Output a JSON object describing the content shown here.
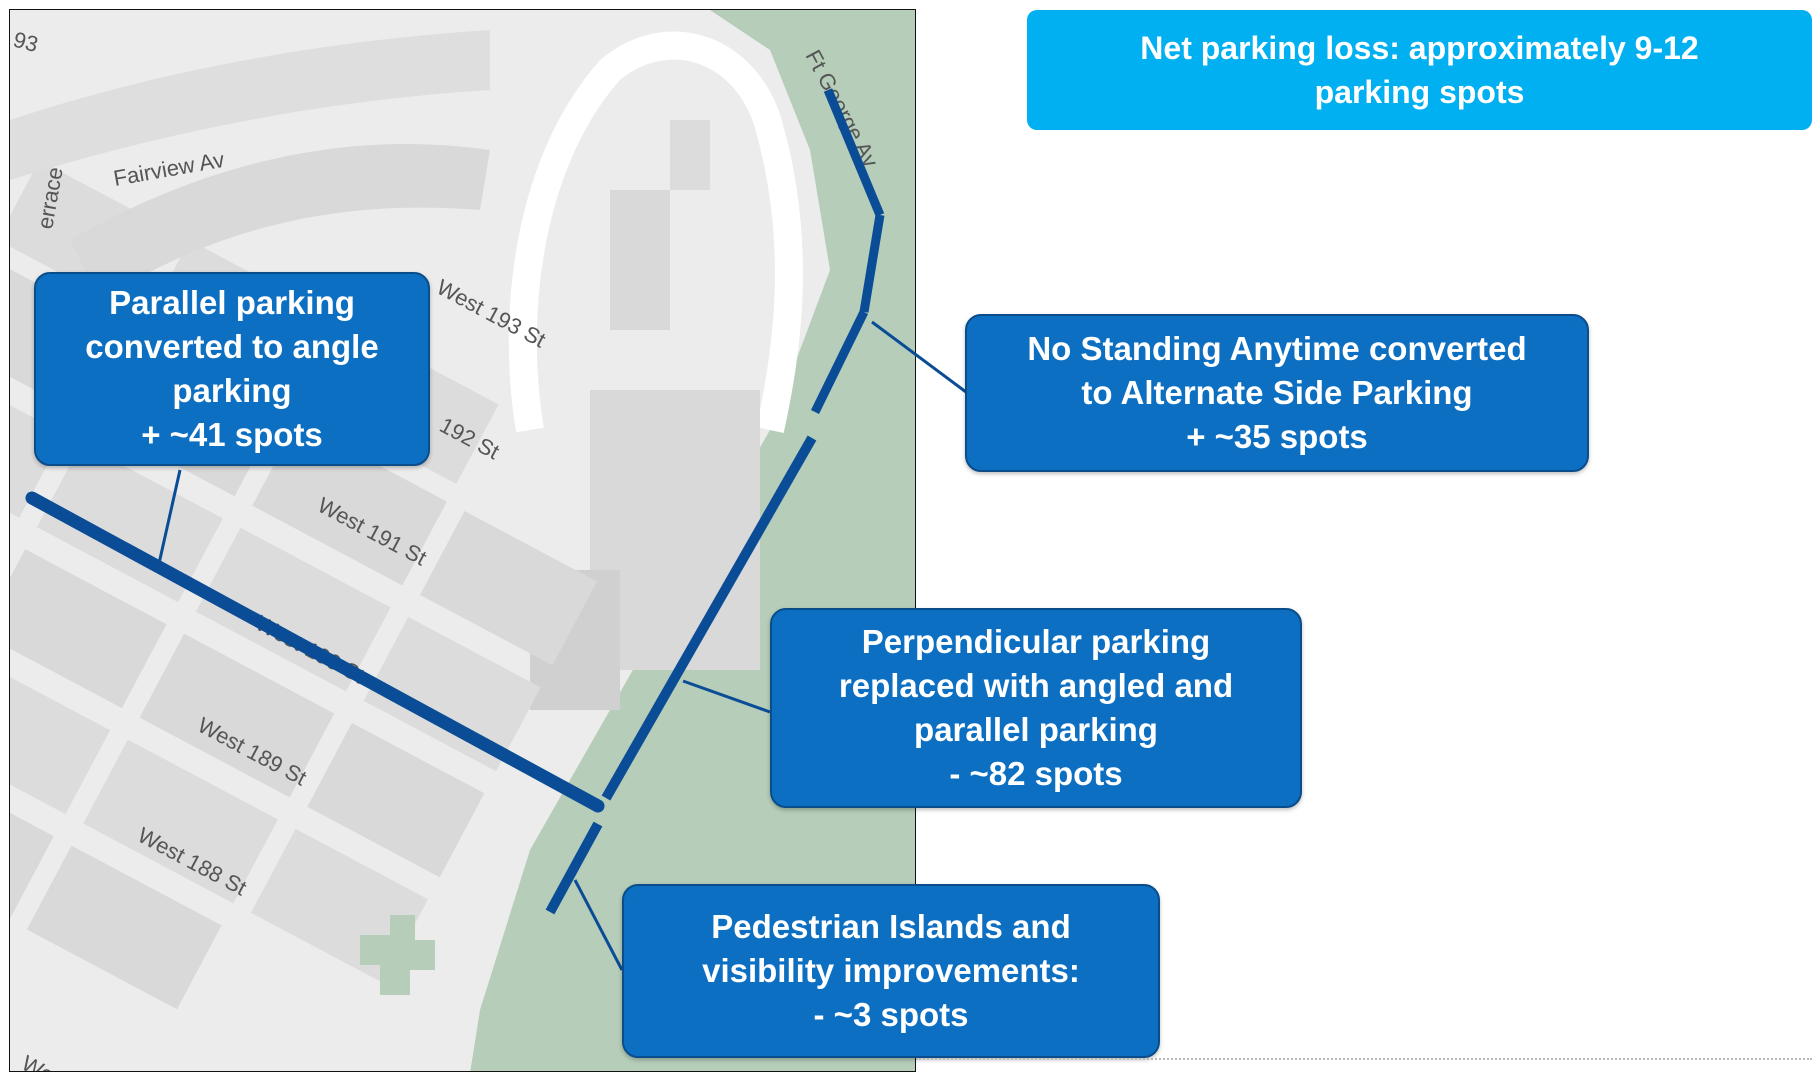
{
  "net_summary": {
    "lines": [
      "Net parking loss: approximately 9-12",
      "parking spots"
    ]
  },
  "callouts": [
    {
      "id": "angle",
      "lines": [
        "Parallel parking",
        "converted to angle",
        "parking",
        "+ ~41 spots"
      ]
    },
    {
      "id": "alternate",
      "lines": [
        "No Standing Anytime converted",
        "to Alternate Side Parking",
        "+ ~35 spots"
      ]
    },
    {
      "id": "perpendicular",
      "lines": [
        "Perpendicular parking",
        "replaced with angled and",
        "parallel parking",
        "- ~82 spots"
      ]
    },
    {
      "id": "pedestrian",
      "lines": [
        "Pedestrian Islands and",
        "visibility improvements:",
        "- ~3 spots"
      ]
    }
  ],
  "street_labels": {
    "w193_partial": "93",
    "terrace_partial": "errace",
    "fairview": "Fairview Av",
    "ft_george": "Ft George Av",
    "w193": "West 193 St",
    "w192_partial": "192 St",
    "w191": "West 191 St",
    "w190": "West 190 St",
    "w189": "West 189 St",
    "w188": "West 188 St",
    "west_partial": "West"
  },
  "colors": {
    "callout_fill": "#0d6fc1",
    "callout_border": "#0a4d8a",
    "summary_fill": "#00b0f0",
    "segment_line": "#0a4d96",
    "park_green": "#b5cdb9",
    "block_gray": "#d9d9d9",
    "street_white": "#ffffff"
  }
}
